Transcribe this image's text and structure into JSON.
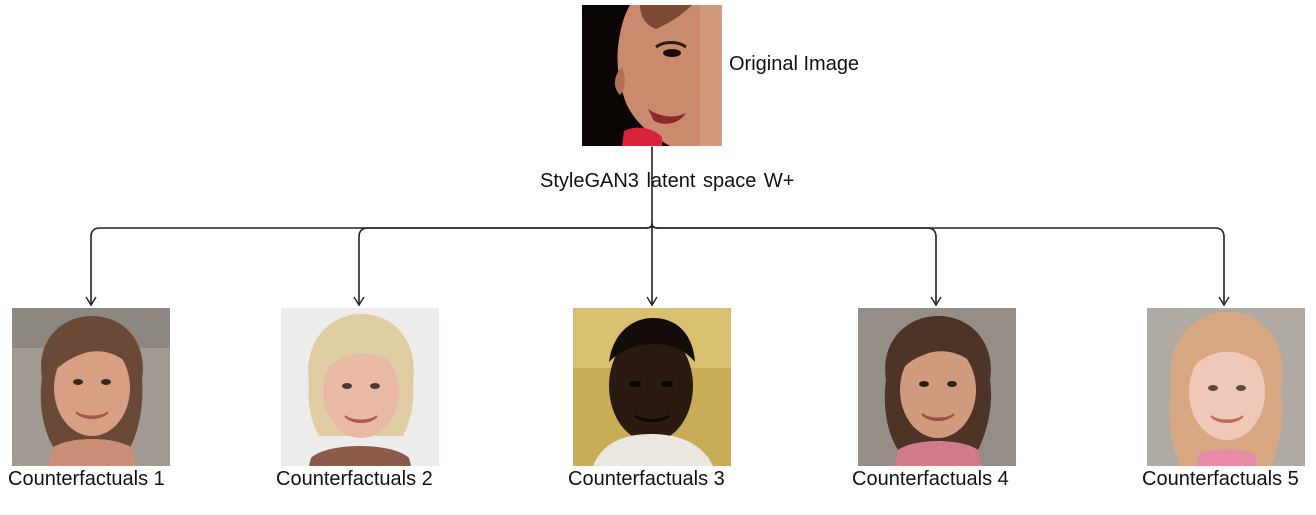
{
  "original": {
    "label": "Original Image"
  },
  "latent": {
    "label": "StyleGAN3  latent space W+"
  },
  "counterfactuals": [
    {
      "label": "Counterfactuals 1"
    },
    {
      "label": "Counterfactuals 2"
    },
    {
      "label": "Counterfactuals 3"
    },
    {
      "label": "Counterfactuals 4"
    },
    {
      "label": "Counterfactuals 5"
    }
  ],
  "colors": {
    "line": "#222222",
    "text": "#111111",
    "background": "#ffffff"
  }
}
